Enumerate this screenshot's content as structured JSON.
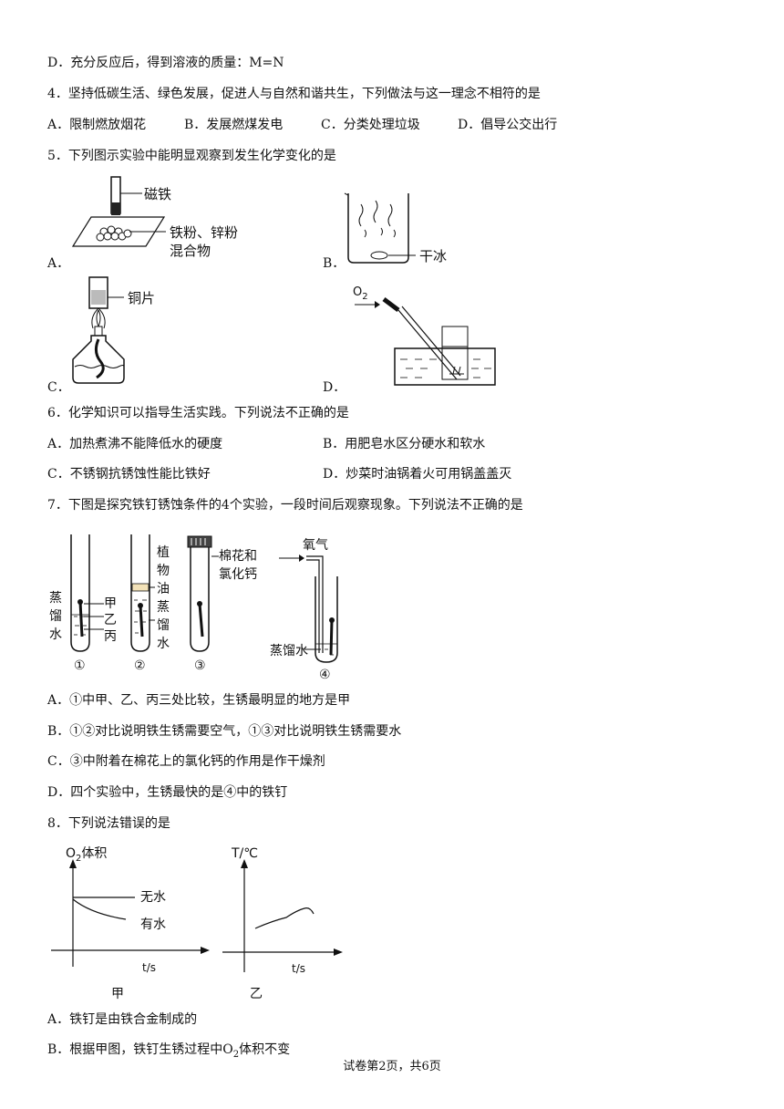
{
  "q3": {
    "optD": "D．充分反应后，得到溶液的质量：M=N"
  },
  "q4": {
    "stem": "4．坚持低碳生活、绿色发展，促进人与自然和谐共生，下列做法与这一理念不相符的是",
    "options": [
      "A．限制燃放烟花",
      "B．发展燃煤发电",
      "C．分类处理垃圾",
      "D．倡导公交出行"
    ]
  },
  "q5": {
    "stem": "5．下列图示实验中能明显观察到发生化学变化的是",
    "labels": [
      "A．",
      "B．",
      "C．",
      "D．"
    ],
    "figA": {
      "magnet": "磁铁",
      "mix1": "铁粉、锌粉",
      "mix2": "混合物"
    },
    "figB": {
      "dryice": "干冰"
    },
    "figC": {
      "copper": "铜片"
    },
    "figD": {
      "o2": "O",
      "o2sub": "2"
    }
  },
  "q6": {
    "stem": "6．化学知识可以指导生活实践。下列说法不正确的是",
    "options": [
      "A．加热煮沸不能降低水的硬度",
      "B．用肥皂水区分硬水和软水",
      "C．不锈钢抗锈蚀性能比铁好",
      "D．炒菜时油锅着火可用锅盖盖灭"
    ]
  },
  "q7": {
    "stem": "7．下图是探究铁钉锈蚀条件的4个实验，一段时间后观察现象。下列说法不正确的是",
    "fig": {
      "water1": "蒸",
      "water2": "馏",
      "water3": "水",
      "jia": "甲",
      "yi": "乙",
      "bing": "丙",
      "veg1": "植",
      "veg2": "物",
      "veg3": "油",
      "dw1": "蒸",
      "dw2": "馏",
      "dw3": "水",
      "cotton1": "棉花和",
      "cotton2": "氯化钙",
      "oxygen": "氧气",
      "distilled": "蒸馏水",
      "n1": "①",
      "n2": "②",
      "n3": "③",
      "n4": "④"
    },
    "options": [
      "A．①中甲、乙、丙三处比较，生锈最明显的地方是甲",
      "B．①②对比说明铁生锈需要空气，①③对比说明铁生锈需要水",
      "C．③中附着在棉花上的氯化钙的作用是作干燥剂",
      "D．四个实验中，生锈最快的是④中的铁钉"
    ]
  },
  "q8": {
    "stem": "8．下列说法错误的是",
    "graph1": {
      "ylabel": "O",
      "ysub": "2",
      "ylabel_rest": "体积",
      "xlabel": "t/s",
      "line1": "无水",
      "line2": "有水",
      "caption": "甲"
    },
    "graph2": {
      "ylabel": "T/℃",
      "xlabel": "t/s",
      "caption": "乙"
    },
    "optA": "A．铁钉是由铁合金制成的",
    "optB_pre": "B．根据甲图，铁钉生锈过程中O",
    "optB_sub": "2",
    "optB_post": "体积不变"
  },
  "footer": "试卷第2页，共6页"
}
